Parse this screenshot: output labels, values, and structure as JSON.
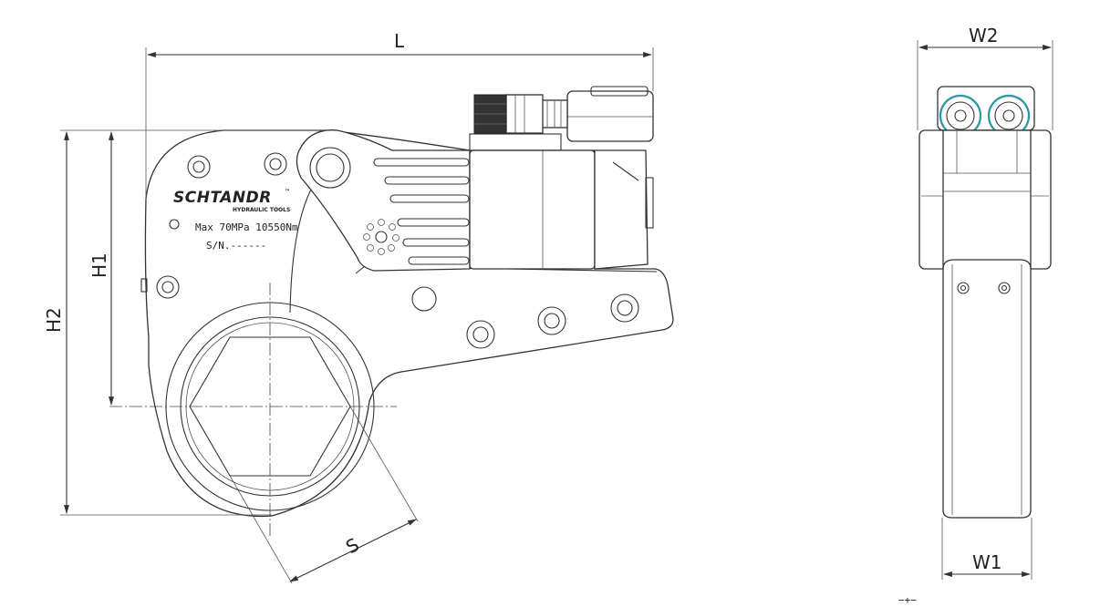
{
  "dimensions": {
    "length": "L",
    "height_1": "H1",
    "height_2": "H2",
    "socket_size": "S",
    "width_1": "W1",
    "width_2": "W2"
  },
  "brand": {
    "name": "SCHTANDR",
    "trademark": "™",
    "subtitle": "HYDRAULIC TOOLS"
  },
  "specs": {
    "rating": "Max 70MPa  10550Nm",
    "serial": "S/N.------"
  },
  "footer_mark": "−+−"
}
